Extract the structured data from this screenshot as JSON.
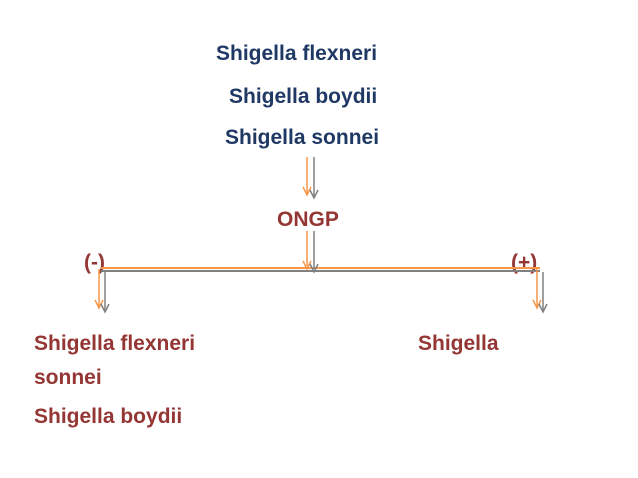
{
  "top_group": {
    "line1": "Shigella flexneri",
    "line2": "Shigella boydii",
    "line3": "Shigella sonnei"
  },
  "test_label": "ONGP",
  "branch_negative_label": "(-)",
  "branch_positive_label": "(+)",
  "negative_results": {
    "line1": "Shigella flexneri",
    "line2": "sonnei",
    "line3": "Shigella boydii"
  },
  "positive_result": "Shigella",
  "colors": {
    "top_text": "#1f3864",
    "result_text": "#943634",
    "arrow_orange": "#f79646",
    "arrow_gray": "#808080"
  }
}
